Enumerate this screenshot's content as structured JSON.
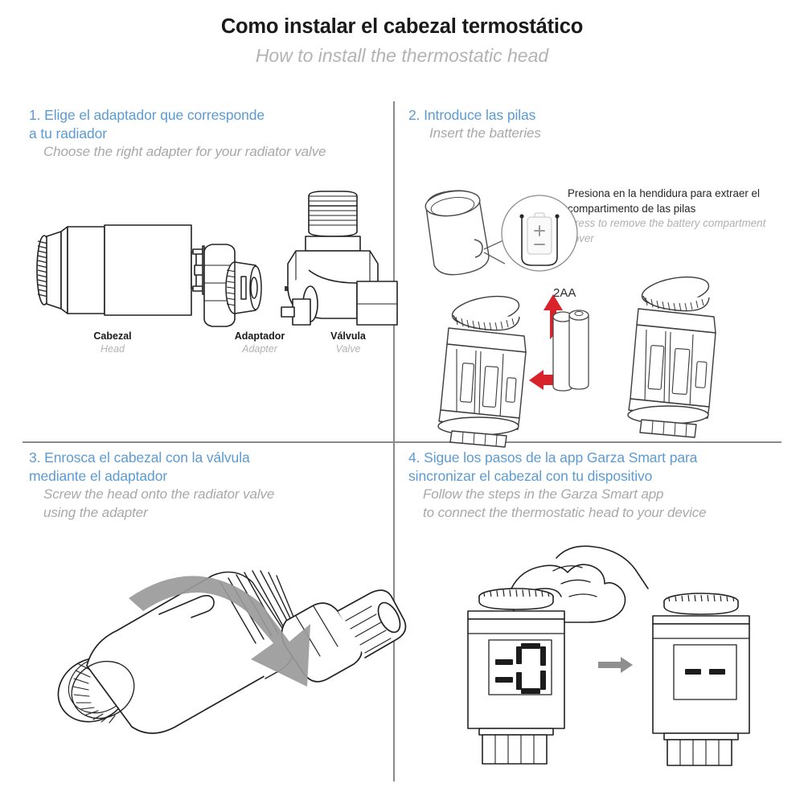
{
  "header": {
    "title_es": "Como instalar el cabezal termostático",
    "title_en": "How to install the thermostatic head"
  },
  "steps": [
    {
      "number": "1.",
      "es_line1": "1. Elige el adaptador que corresponde",
      "es_line2": "a tu radiador",
      "en_line1": "Choose the right adapter for your radiator valve"
    },
    {
      "number": "2.",
      "es_line1": "2. Introduce las pilas",
      "es_line2": "",
      "en_line1": "Insert the batteries"
    },
    {
      "number": "3.",
      "es_line1": "3. Enrosca el cabezal con la válvula",
      "es_line2": "mediante el adaptador",
      "en_line1": "Screw the head onto the radiator valve",
      "en_line2": "using the adapter"
    },
    {
      "number": "4.",
      "es_line1": "4. Sigue los pasos de la app Garza Smart para",
      "es_line2": "sincronizar el cabezal con tu dispositivo",
      "en_line1": "Follow the steps in the Garza Smart app",
      "en_line2": "to connect the thermostatic head to your device"
    }
  ],
  "part_labels": [
    {
      "es": "Cabezal",
      "en": "Head"
    },
    {
      "es": "Adaptador",
      "en": "Adapter"
    },
    {
      "es": "Válvula",
      "en": "Valve"
    }
  ],
  "battery_note": {
    "es_line1": "Presiona en la hendidura para extraer el",
    "es_line2": "compartimento de las pilas",
    "en_line1": "Press to remove the battery compartment",
    "en_line2": "cover"
  },
  "battery_count_label": "2AA",
  "battery_icon": {
    "plus": "+",
    "minus": "−"
  },
  "display": {
    "left_device_value": "0",
    "right_device_value": "- -"
  },
  "colors": {
    "step_heading_blue": "#5c9bd3",
    "english_gray": "#a8a8a8",
    "title_black": "#1a1a1a",
    "divider_gray": "#8a8a8a",
    "arrow_red": "#d8232a",
    "arrow_gray": "#9a9a9a",
    "line_art": "#222222"
  }
}
